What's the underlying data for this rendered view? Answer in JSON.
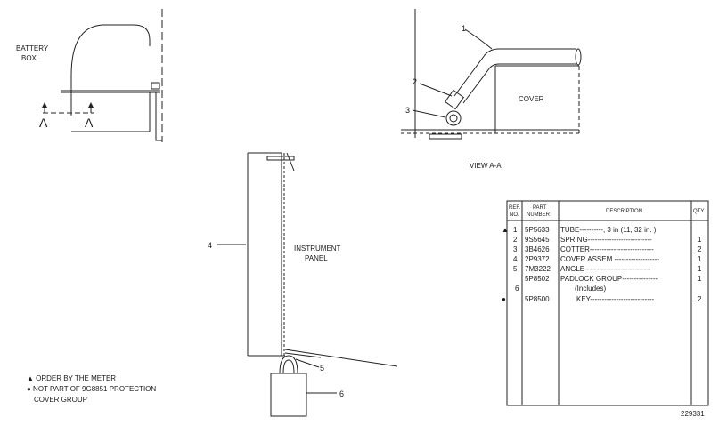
{
  "battery_box": {
    "line1": "BATTERY",
    "line2": "BOX",
    "section_left": "A",
    "section_right": "A"
  },
  "view": {
    "callouts": [
      "1",
      "2",
      "3"
    ],
    "cover_label": "COVER",
    "caption": "VIEW A-A"
  },
  "panel": {
    "callout_4": "4",
    "callout_5": "5",
    "callout_6": "6",
    "label_line1": "INSTRUMENT",
    "label_line2": "PANEL"
  },
  "table": {
    "headers": {
      "ref1": "REF.",
      "ref2": "NO.",
      "part1": "PART",
      "part2": "NUMBER",
      "desc": "DESCRIPTION",
      "qty": "QTY."
    },
    "rows": [
      {
        "mark": "▲",
        "ref": "1",
        "part": "5P5633",
        "desc": "TUBE----------, 3 in (11, 32 in. )",
        "qty": ""
      },
      {
        "mark": "",
        "ref": "2",
        "part": "9S5645",
        "desc": "SPRING---------------------------",
        "qty": "1"
      },
      {
        "mark": "",
        "ref": "3",
        "part": "3B4626",
        "desc": "COTTER---------------------------",
        "qty": "2"
      },
      {
        "mark": "",
        "ref": "4",
        "part": "2P9372",
        "desc": "COVER ASSEM.-------------------",
        "qty": "1"
      },
      {
        "mark": "",
        "ref": "5",
        "part": "7M3222",
        "desc": "ANGLE----------------------------",
        "qty": "1"
      },
      {
        "mark": "",
        "ref": "",
        "part": "5P8502",
        "desc": "PADLOCK GROUP---------------",
        "qty": "1"
      },
      {
        "mark": "",
        "ref": "6",
        "part": "",
        "desc": "(Includes)",
        "qty": ""
      },
      {
        "mark": "●",
        "ref": "",
        "part": "5P8500",
        "desc": "KEY---------------------------",
        "qty": "2"
      }
    ]
  },
  "notes": {
    "note1": "▲ ORDER BY THE METER",
    "note2_line1": "● NOT PART OF 9G8851 PROTECTION",
    "note2_line2": "COVER GROUP"
  },
  "drawing_number": "229331"
}
